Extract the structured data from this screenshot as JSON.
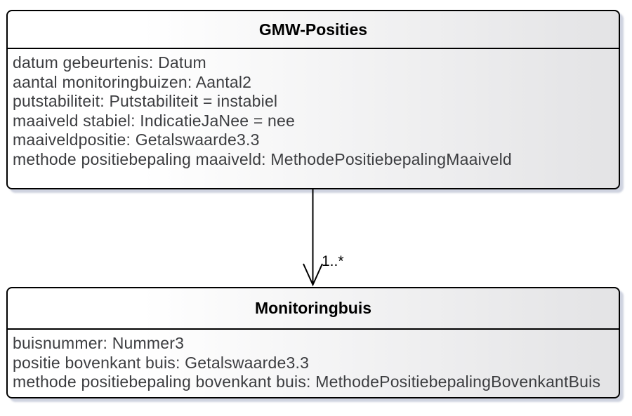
{
  "classes": [
    {
      "name": "GMW-Posities",
      "attributes": [
        "datum gebeurtenis: Datum",
        "aantal monitoringbuizen: Aantal2",
        "putstabiliteit: Putstabiliteit = instabiel",
        "maaiveld stabiel: IndicatieJaNee = nee",
        "maaiveldpositie: Getalswaarde3.3",
        "methode positiebepaling maaiveld: MethodePositiebepalingMaaiveld"
      ]
    },
    {
      "name": "Monitoringbuis",
      "attributes": [
        "buisnummer: Nummer3",
        "positie bovenkant buis: Getalswaarde3.3",
        "methode positiebepaling bovenkant buis: MethodePositiebepalingBovenkantBuis"
      ]
    }
  ],
  "association": {
    "from": "GMW-Posities",
    "to": "Monitoringbuis",
    "multiplicity": "1..*"
  },
  "colors": {
    "box_border": "#000000",
    "box_fill_left": "#ffffff",
    "box_fill_right": "#e3e3e5",
    "box_shadow": "#a7aec7",
    "attribute_text": "#3c3d40",
    "title_text": "#000000"
  }
}
